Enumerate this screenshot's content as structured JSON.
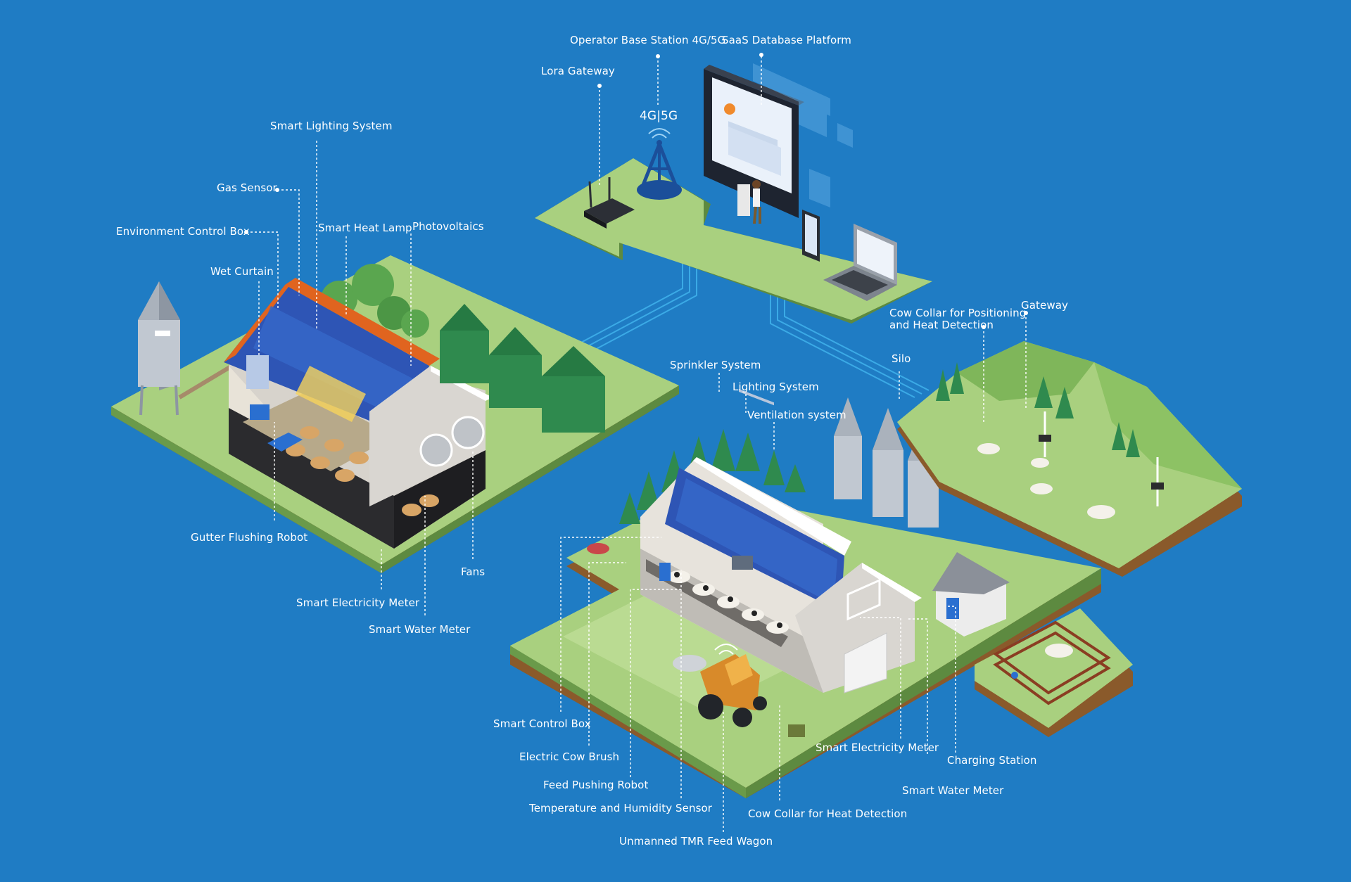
{
  "colors": {
    "background": "#1f7cc4",
    "grass": "#8fc46a",
    "grass_dark": "#6a9a4a",
    "soil": "#8a5a2b",
    "roof": "#e0641f",
    "solar": "#2b58b8",
    "silo": "#b8bec6",
    "tank": "#2f8a4e",
    "leader_line": "#ffffff",
    "link_line": "#3fb0ea"
  },
  "labels": {
    "operator_base_station": "Operator Base Station 4G/5G",
    "saas_platform": "SaaS Database Platform",
    "lora_gateway": "Lora Gateway",
    "net_4g5g": "4G|5G",
    "smart_lighting": "Smart Lighting System",
    "gas_sensor": "Gas Sensor",
    "env_control_box": "Environment Control Box",
    "smart_heat_lamp": "Smart Heat Lamp",
    "photovoltaics": "Photovoltaics",
    "wet_curtain": "Wet Curtain",
    "cow_collar_positioning_1": "Cow Collar for Positioning",
    "cow_collar_positioning_2": "and Heat Detection",
    "gateway": "Gateway",
    "silo": "Silo",
    "sprinkler": "Sprinkler System",
    "lighting_system": "Lighting System",
    "ventilation": "Ventilation system",
    "gutter_robot": "Gutter Flushing Robot",
    "fans": "Fans",
    "elec_meter_left": "Smart Electricity Meter",
    "water_meter_left": "Smart Water Meter",
    "smart_control_box": "Smart Control Box",
    "cow_brush": "Electric Cow Brush",
    "feed_robot": "Feed Pushing Robot",
    "temp_humidity": "Temperature and Humidity Sensor",
    "tmr_wagon": "Unmanned TMR Feed Wagon",
    "cow_collar_heat": "Cow Collar for Heat Detection",
    "elec_meter_right": "Smart Electricity Meter",
    "charging_station": "Charging Station",
    "water_meter_right": "Smart Water Meter"
  }
}
